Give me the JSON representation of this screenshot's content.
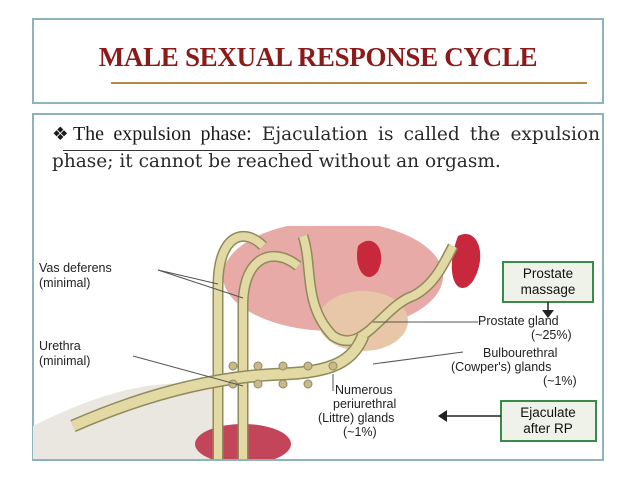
{
  "slide": {
    "title": "MALE SEXUAL RESPONSE CYCLE",
    "bullet_glyph": "❖",
    "lead": "The expulsion phase",
    "lead_sep": ":",
    "body": "Ejaculation is called the expulsion phase; it cannot be reached without an orgasm."
  },
  "diagram": {
    "labels": {
      "vas_1": "Vas deferens",
      "vas_2": "(minimal)",
      "urethra_1": "Urethra",
      "urethra_2": "(minimal)",
      "prostate_gland_1": "Prostate gland",
      "prostate_gland_2": "(~25%)",
      "bulbo_1": "Bulbourethral",
      "bulbo_2": "(Cowper's) glands",
      "bulbo_3": "(~1%)",
      "peri_1": "Numerous",
      "peri_2": "periurethral",
      "peri_3": "(Littre) glands",
      "peri_4": "(~1%)"
    },
    "boxes": {
      "massage_1": "Prostate",
      "massage_2": "massage",
      "ejac_1": "Ejaculate",
      "ejac_2": "after RP"
    }
  },
  "colors": {
    "title": "#8b1a1a",
    "border": "#8fb3bd",
    "tube": "#e3d9a4",
    "tube_outline": "#8f8a5a",
    "organ": "#e2a3a0",
    "gland": "#c8283c",
    "box_fill": "#eef2e8",
    "box_border": "#3a8a4a"
  }
}
